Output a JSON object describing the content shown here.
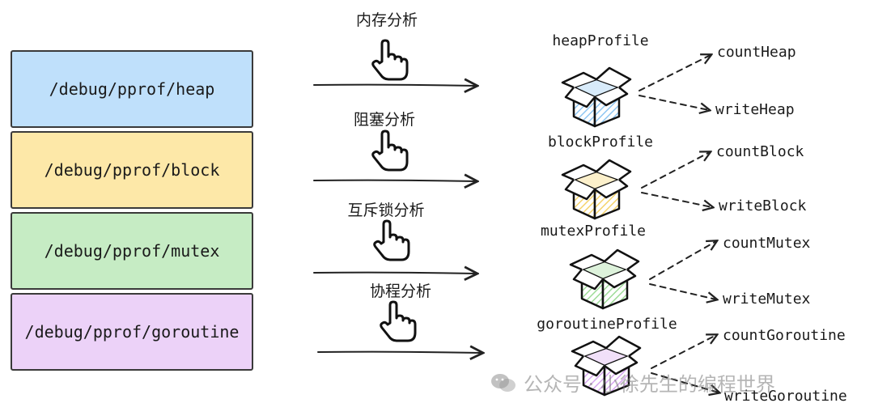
{
  "rows": [
    {
      "endpoint": "/debug/pprof/heap",
      "fill": "#bfe0fb",
      "analysis": "内存分析",
      "profile": "heapProfile",
      "box_color": "#8ec6f2",
      "count": "countHeap",
      "write": "writeHeap"
    },
    {
      "endpoint": "/debug/pprof/block",
      "fill": "#fde8a8",
      "analysis": "阻塞分析",
      "profile": "blockProfile",
      "box_color": "#f5d36b",
      "count": "countBlock",
      "write": "writeBlock"
    },
    {
      "endpoint": "/debug/pprof/mutex",
      "fill": "#c6ecc4",
      "analysis": "互斥锁分析",
      "profile": "mutexProfile",
      "box_color": "#9ddb97",
      "count": "countMutex",
      "write": "writeMutex"
    },
    {
      "endpoint": "/debug/pprof/goroutine",
      "fill": "#ecd2f8",
      "analysis": "协程分析",
      "profile": "goroutineProfile",
      "box_color": "#d6a6ef",
      "count": "countGoroutine",
      "write": "writeGoroutine"
    }
  ],
  "watermark": {
    "icon": "wechat-icon",
    "text": "公众号 · 小徐先生的编程世界"
  },
  "icons": {
    "hand": "pointing-hand-icon",
    "box": "open-box-icon"
  }
}
